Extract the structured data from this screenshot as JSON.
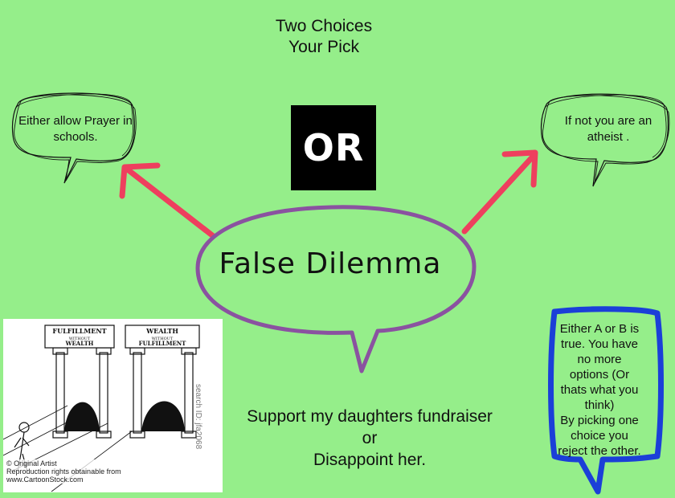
{
  "title": {
    "line1": "Two Choices",
    "line2": "Your Pick"
  },
  "or_box": {
    "text": "OR"
  },
  "left_bubble": {
    "text": "Either allow Prayer in schools."
  },
  "right_bubble": {
    "text": "If not you are an atheist ."
  },
  "center_bubble": {
    "text": "False Dilemma"
  },
  "support": {
    "line1": "Support my daughters fundraiser",
    "line2": "or",
    "line3": "Disappoint her."
  },
  "blue_bubble": {
    "lines": [
      "Either A or B is",
      "true. You have",
      "no more",
      "options (Or",
      "thats what you",
      "think)",
      "By picking one",
      "choice you",
      "reject the other."
    ]
  },
  "cartoon": {
    "sign_left": [
      "FULFILLMENT",
      "WITHOUT",
      "WEALTH"
    ],
    "sign_right": [
      "WEALTH",
      "WITHOUT",
      "FULFILLMENT"
    ],
    "search_id": "search ID: jfa2068",
    "credit": [
      "© Original Artist",
      "Reproduction rights obtainable from",
      "www.CartoonStock.com"
    ]
  },
  "colors": {
    "background": "#95ee8a",
    "arrow": "#ee3f5e",
    "center_outline": "#8a52a0",
    "blue_outline": "#1b3fd8"
  }
}
